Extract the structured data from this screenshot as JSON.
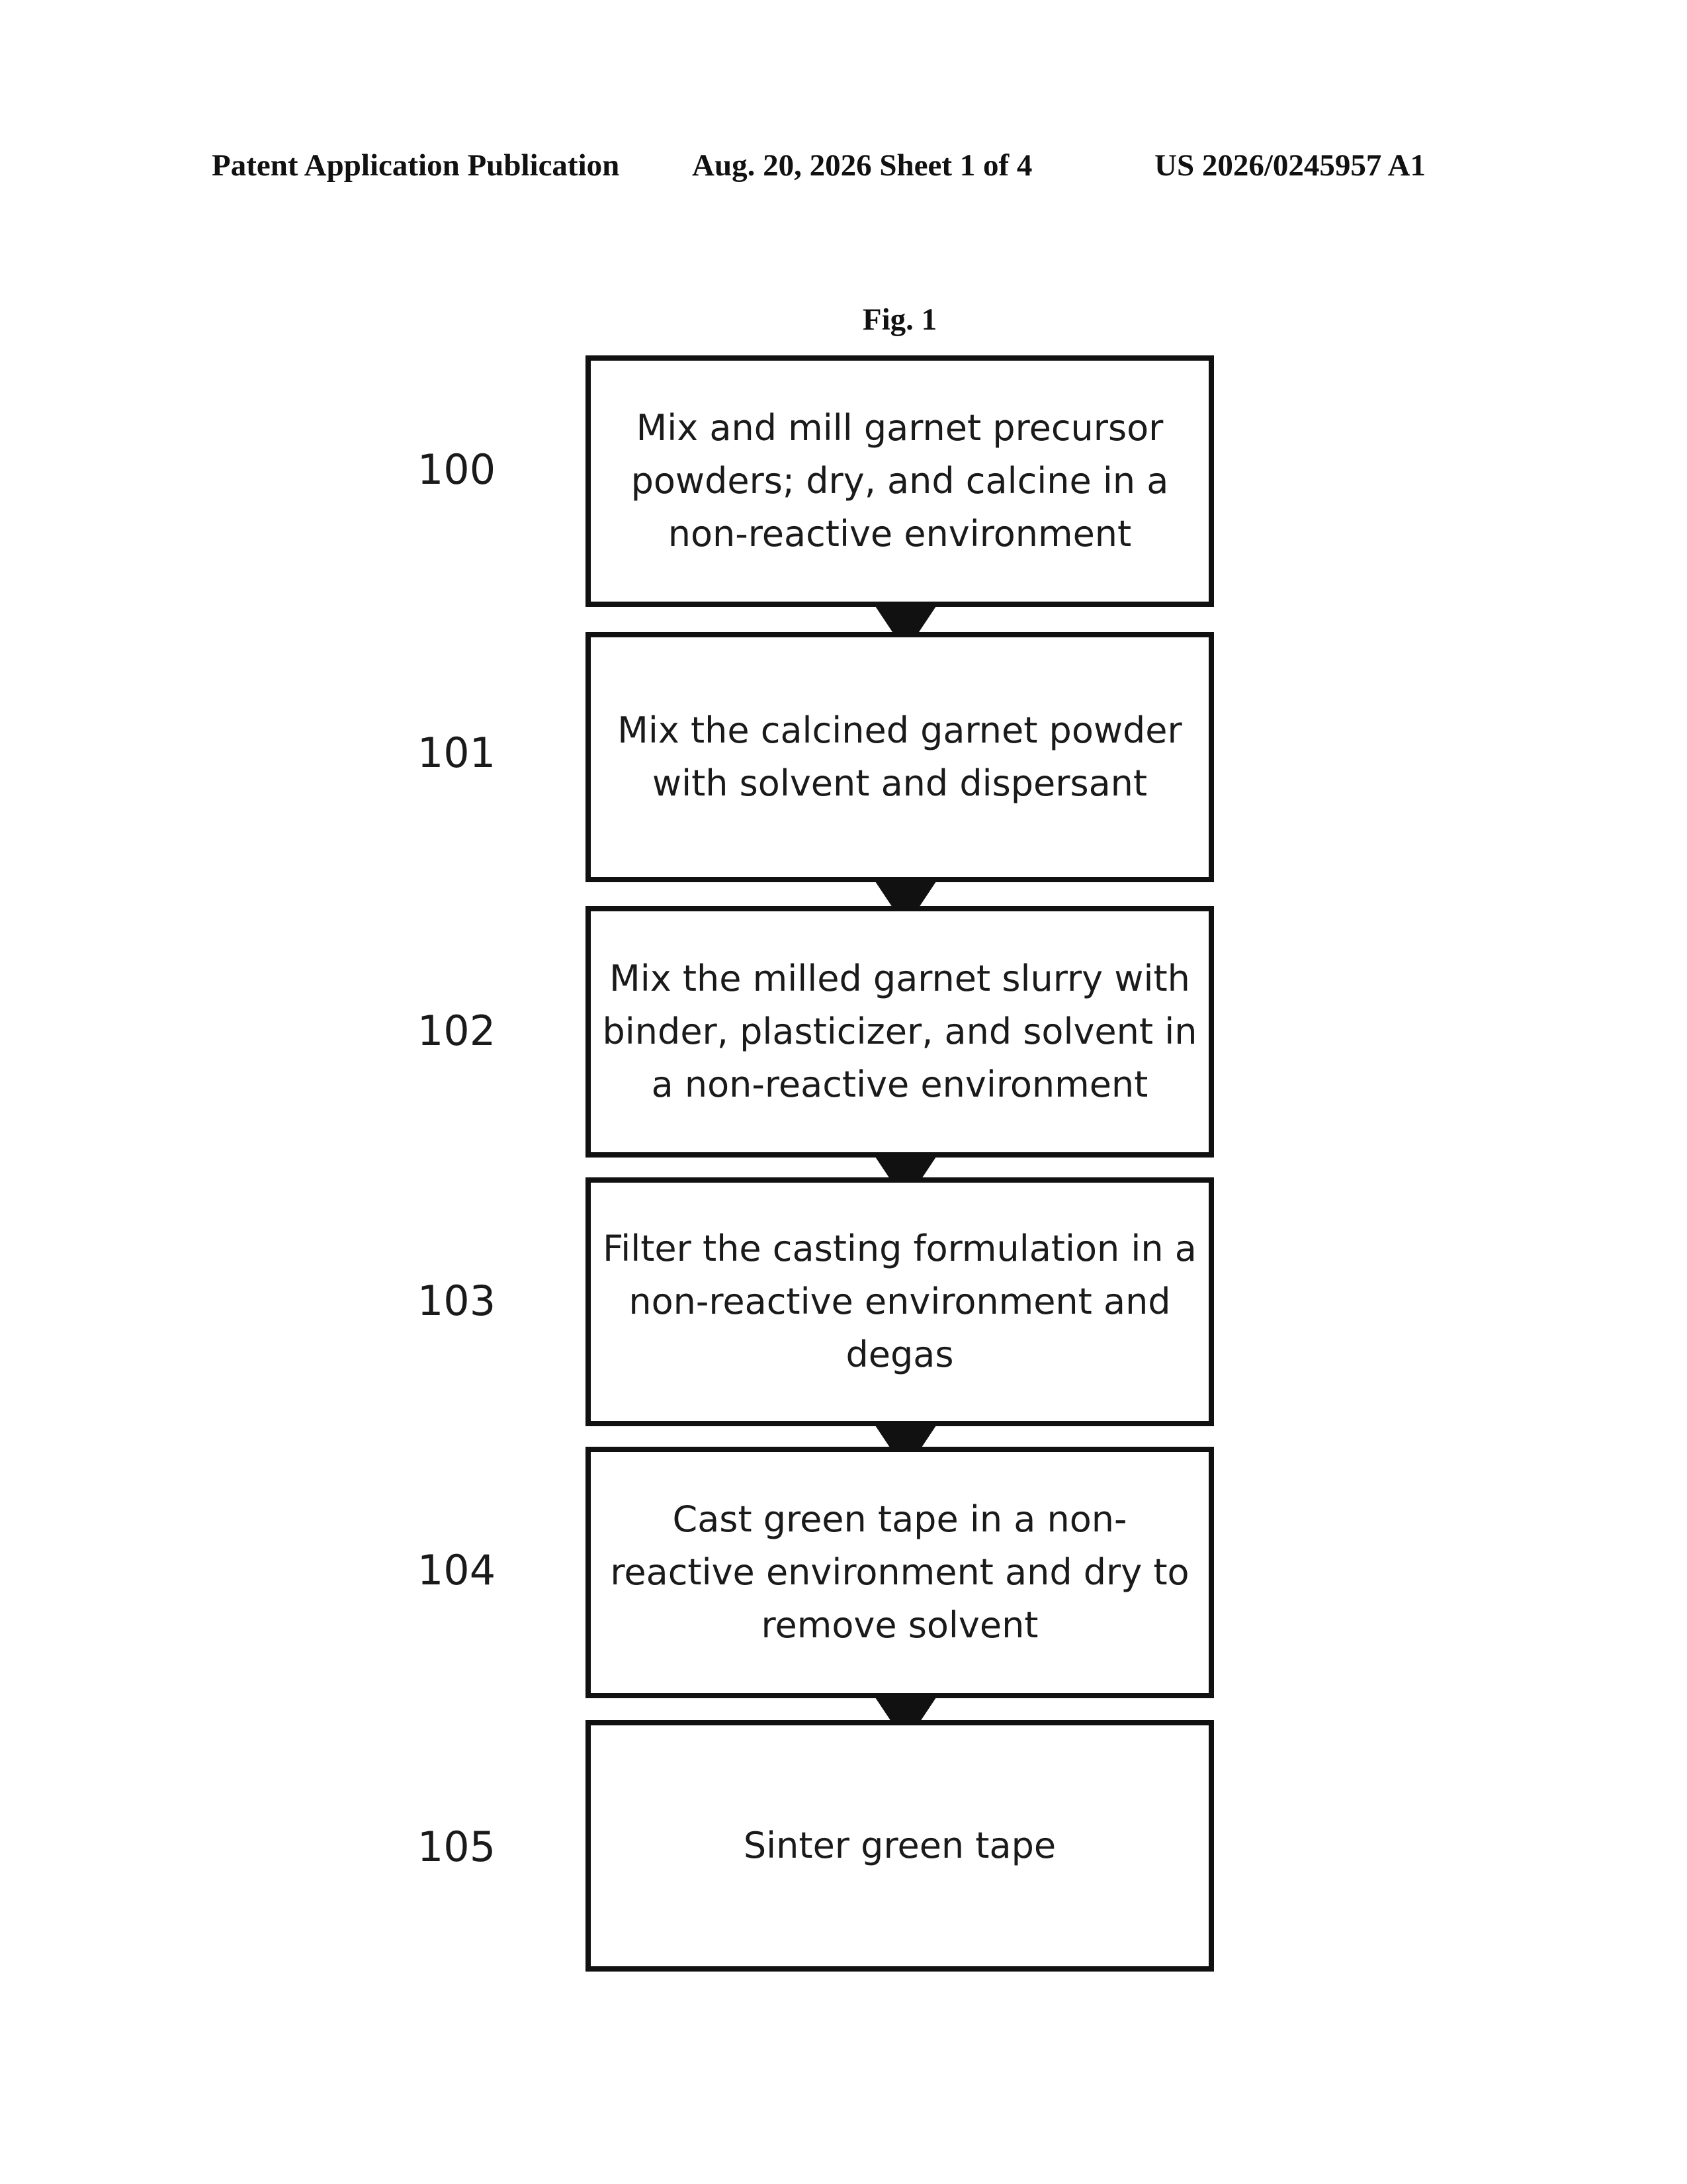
{
  "header": {
    "left": "Patent Application Publication",
    "middle": "Aug. 20, 2026  Sheet 1 of 4",
    "right": "US 2026/0245957 A1"
  },
  "figure": {
    "title": "Fig. 1",
    "steps": [
      {
        "number": "100",
        "text": "Mix and mill garnet precursor powders; dry, and calcine in a non-reactive  environment"
      },
      {
        "number": "101",
        "text": "Mix the calcined garnet powder with solvent and dispersant"
      },
      {
        "number": "102",
        "text": "Mix the milled garnet slurry with binder, plasticizer, and solvent in a non-reactive  environment"
      },
      {
        "number": "103",
        "text": "Filter the casting formulation in a non-reactive  environment  and degas"
      },
      {
        "number": "104",
        "text": "Cast green tape in a non-reactive environment  and dry to remove solvent"
      },
      {
        "number": "105",
        "text": "Sinter green tape"
      }
    ]
  }
}
